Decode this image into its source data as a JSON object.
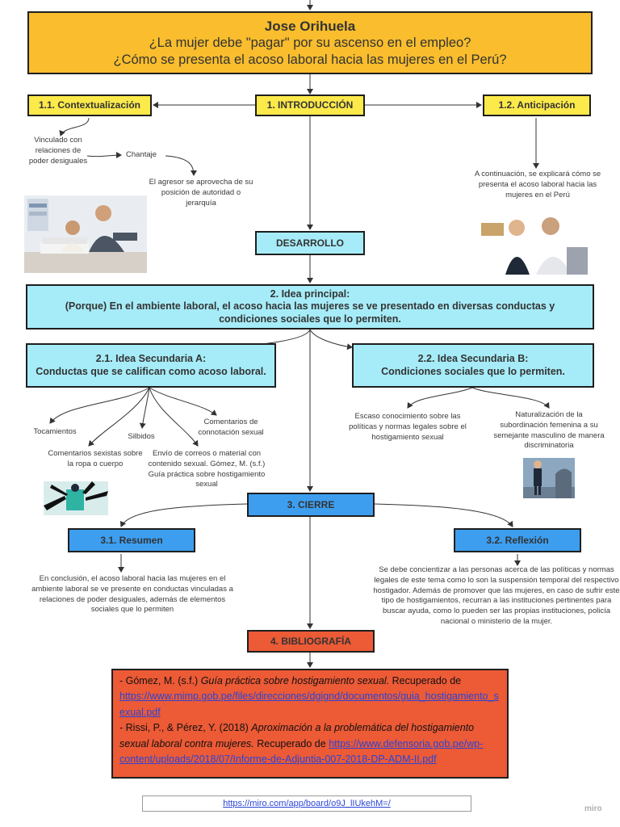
{
  "title": {
    "author": "Jose Orihuela",
    "line1": "¿La mujer debe \"pagar\" por su ascenso en el empleo?",
    "line2": "¿Cómo se presenta el acoso laboral hacia las mujeres en el Perú?"
  },
  "intro": {
    "label": "1. INTRODUCCIÓN",
    "context": {
      "label": "1.1. Contextualización",
      "note_bound": "Vinculado con relaciones de poder desiguales",
      "note_chantaje": "Chantaje",
      "note_agresor": "El agresor se aprovecha de su posición de autoridad o jerarquía"
    },
    "anticipation": {
      "label": "1.2. Anticipación",
      "note": "A continuación, se explicará cómo se presenta el acoso laboral hacia las mujeres en el Perú"
    }
  },
  "desarrollo": {
    "label": "DESARROLLO"
  },
  "main_idea": {
    "line1": "2. Idea principal:",
    "line2": "(Porque) En el ambiente laboral, el acoso hacia las mujeres se ve presentado en diversas conductas y condiciones sociales que lo permiten."
  },
  "idea_a": {
    "line1": "2.1. Idea Secundaria A:",
    "line2": "Conductas que se califican como acoso laboral.",
    "notes": {
      "tocamientos": "Tocamientos",
      "silbidos": "Silbidos",
      "connotacion": "Comentarios de connotación sexual",
      "sexistas": "Comentarios sexistas sobre la ropa o cuerpo",
      "envio": "Envío de correos o material con contenido sexual. Gómez, M. (s.f.) Guía práctica sobre hostigamiento sexual"
    }
  },
  "idea_b": {
    "line1": "2.2. Idea Secundaria B:",
    "line2": "Condiciones sociales que lo permiten.",
    "notes": {
      "escaso": "Escaso conocimiento sobre las políticas y normas legales sobre el hostigamiento sexual",
      "naturalizacion": "Naturalización de la subordinación femenina a su semejante masculino de manera discriminatoria"
    }
  },
  "cierre": {
    "label": "3. CIERRE",
    "resumen": {
      "label": "3.1. Resumen",
      "note": "En conclusión, el acoso laboral hacia las mujeres en el ambiente laboral se ve presente en conductas vinculadas a relaciones de poder desiguales, además de elementos sociales que lo permiten"
    },
    "reflexion": {
      "label": "3.2. Reflexión",
      "note": "Se debe concientizar a las personas acerca de las políticas y normas legales de este tema como lo son la suspensión temporal del respectivo hostigador. Además de promover que las mujeres, en caso de sufrir este tipo de hostigamientos, recurran a las instituciones pertinentes para buscar ayuda, como lo pueden ser las propias instituciones, policía nacional o ministerio de la mujer."
    }
  },
  "bibliografia": {
    "label": "4. BIBLIOGRAFÍA",
    "ref1_prefix": "- Gómez, M. (s.f.) ",
    "ref1_title": "Guía práctica sobre hostigamiento sexual.",
    "ref1_suffix": " Recuperado de",
    "ref1_link": "https://www.mimp.gob.pe/files/direcciones/dgignd/documentos/guia_hostigamiento_sexual.pdf",
    "ref2_prefix": "- Rissi, P., & Pérez, Y. (2018) ",
    "ref2_title": "Aproximación a la problemática del hostigamiento sexual laboral contra mujeres.",
    "ref2_suffix": " Recuperado de",
    "ref2_link": "https://www.defensoria.gob.pe/wp-content/uploads/2018/07/Informe-de-Adjuntia-007-2018-DP-ADM-II.pdf"
  },
  "footer": {
    "url": "https://miro.com/app/board/o9J_lIUkehM=/",
    "brand": "miro"
  },
  "colors": {
    "title_bg": "#f9bd2d",
    "yellow": "#fce94a",
    "cyan": "#a6ecf8",
    "blue": "#3d9eef",
    "red": "#ec5a36"
  }
}
